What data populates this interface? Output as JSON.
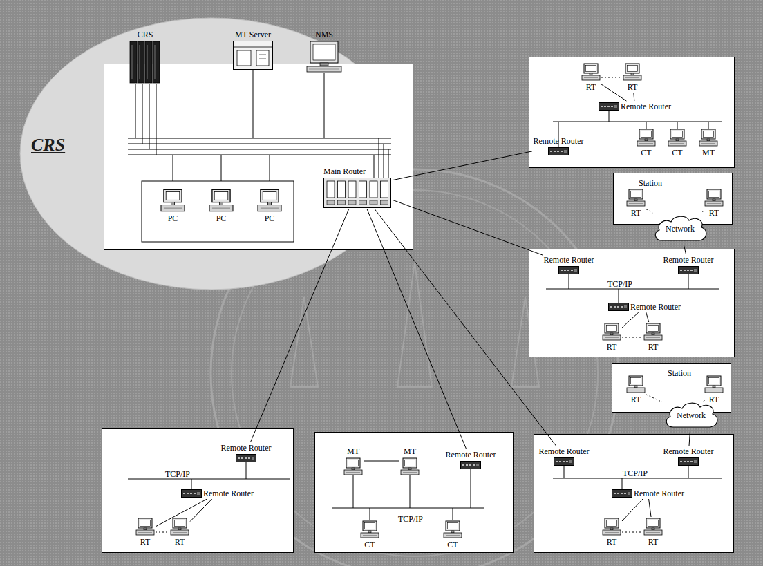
{
  "diagram": {
    "nodes": [
      {
        "text": [
          "CRS"
        ]
      },
      {
        "text": [],
        "in": 0
      },
      {
        "text": [
          "CRS"
        ],
        "in": 1
      },
      {
        "text": [
          "MT Server"
        ],
        "in": 1
      },
      {
        "text": [
          "NMS"
        ],
        "in": 1
      },
      {
        "text": [
          "PC"
        ],
        "in": 1
      },
      {
        "text": [
          "PC"
        ],
        "in": 1
      },
      {
        "text": [
          "PC"
        ],
        "in": 1
      },
      {
        "text": [
          "Main Router"
        ],
        "in": 1
      },
      {
        "text": []
      },
      {
        "text": [
          "RT"
        ],
        "in": 9
      },
      {
        "text": [
          "RT"
        ],
        "in": 9
      },
      {
        "text": [
          "Remote Router"
        ],
        "in": 9
      },
      {
        "text": [
          "Remote Router"
        ],
        "in": 9
      },
      {
        "text": [
          "CT"
        ],
        "in": 9
      },
      {
        "text": [
          "CT"
        ],
        "in": 9
      },
      {
        "text": [
          "MT"
        ],
        "in": 9
      },
      {
        "text": [
          "Station"
        ]
      },
      {
        "text": [
          "RT"
        ],
        "in": 17
      },
      {
        "text": [
          "RT"
        ],
        "in": 17
      },
      {
        "text": [
          "Network"
        ]
      },
      {
        "text": [
          "TCP/IP"
        ]
      },
      {
        "text": [
          "Remote Router"
        ],
        "in": 21
      },
      {
        "text": [
          "Remote Router"
        ],
        "in": 21
      },
      {
        "text": [
          "Remote Router"
        ],
        "in": 21
      },
      {
        "text": [
          "RT"
        ],
        "in": 21
      },
      {
        "text": [
          "RT"
        ],
        "in": 21
      },
      {
        "text": [
          "Station"
        ]
      },
      {
        "text": [
          "RT"
        ],
        "in": 27
      },
      {
        "text": [
          "RT"
        ],
        "in": 27
      },
      {
        "text": [
          "Network"
        ]
      },
      {
        "text": [
          "TCP/IP"
        ]
      },
      {
        "text": [
          "Remote Router"
        ],
        "in": 31
      },
      {
        "text": [
          "Remote Router"
        ],
        "in": 31
      },
      {
        "text": [
          "RT"
        ],
        "in": 31
      },
      {
        "text": [
          "RT"
        ],
        "in": 31
      },
      {
        "text": [
          "TCP/IP"
        ]
      },
      {
        "text": [
          "MT"
        ],
        "in": 36
      },
      {
        "text": [
          "MT"
        ],
        "in": 36
      },
      {
        "text": [
          "Remote Router"
        ],
        "in": 36
      },
      {
        "text": [
          "CT"
        ],
        "in": 36
      },
      {
        "text": [
          "CT"
        ],
        "in": 36
      },
      {
        "text": [
          "TCP/IP"
        ]
      },
      {
        "text": [
          "Remote Router"
        ],
        "in": 42
      },
      {
        "text": [
          "Remote Router"
        ],
        "in": 42
      },
      {
        "text": [
          "Remote Router"
        ],
        "in": 42
      },
      {
        "text": [
          "RT"
        ],
        "in": 42
      },
      {
        "text": [
          "RT"
        ],
        "in": 42
      }
    ],
    "edges": [
      {
        "from": 8,
        "to": 13,
        "arrow": "none"
      },
      {
        "from": 8,
        "to": 22,
        "arrow": "none"
      },
      {
        "from": 8,
        "to": 32,
        "arrow": "none"
      },
      {
        "from": 8,
        "to": 39,
        "arrow": "none"
      },
      {
        "from": 8,
        "to": 43,
        "arrow": "none"
      },
      {
        "from": 10,
        "to": 11,
        "arrow": "none"
      },
      {
        "from": 12,
        "to": 10,
        "arrow": "none"
      },
      {
        "from": 12,
        "to": 11,
        "arrow": "none"
      },
      {
        "from": 18,
        "to": 20,
        "arrow": "none"
      },
      {
        "from": 19,
        "to": 20,
        "arrow": "none"
      },
      {
        "from": 20,
        "to": 23,
        "arrow": "none"
      },
      {
        "from": 24,
        "to": 25,
        "arrow": "none"
      },
      {
        "from": 24,
        "to": 26,
        "arrow": "none"
      },
      {
        "from": 25,
        "to": 26,
        "arrow": "none"
      },
      {
        "from": 28,
        "to": 30,
        "arrow": "none"
      },
      {
        "from": 29,
        "to": 30,
        "arrow": "none"
      },
      {
        "from": 30,
        "to": 44,
        "arrow": "none"
      },
      {
        "from": 33,
        "to": 34,
        "arrow": "none"
      },
      {
        "from": 33,
        "to": 35,
        "arrow": "none"
      },
      {
        "from": 34,
        "to": 35,
        "arrow": "none"
      },
      {
        "from": 37,
        "to": 38,
        "arrow": "none"
      },
      {
        "from": 45,
        "to": 46,
        "arrow": "none"
      },
      {
        "from": 45,
        "to": 47,
        "arrow": "none"
      },
      {
        "from": 46,
        "to": 47,
        "arrow": "none"
      }
    ]
  }
}
